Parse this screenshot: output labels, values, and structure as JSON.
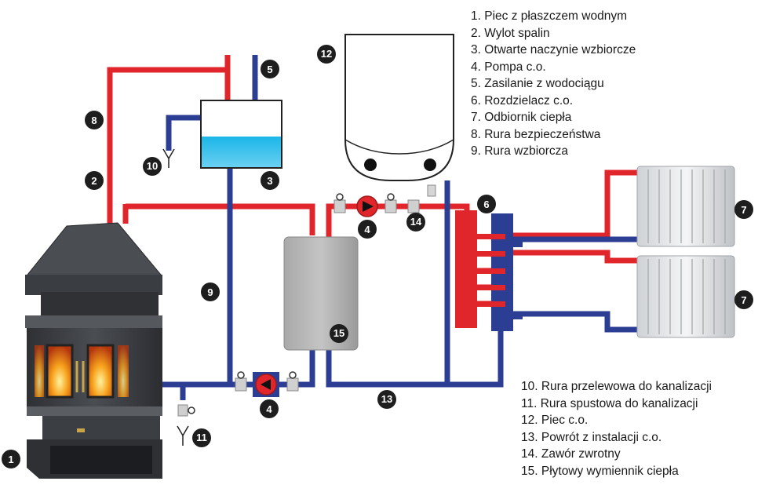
{
  "legend_top": [
    "1. Piec z płaszczem wodnym",
    "2. Wylot spalin",
    "3. Otwarte naczynie wzbiorcze",
    "4. Pompa c.o.",
    "5. Zasilanie z wodociągu",
    "6. Rozdzielacz c.o.",
    "7. Odbiornik ciepła",
    "8. Rura bezpieczeństwa",
    "9. Rura wzbiorcza"
  ],
  "legend_bottom": [
    "10. Rura przelewowa do kanalizacji",
    "11. Rura spustowa do kanalizacji",
    "12. Piec c.o.",
    "13. Powrót z instalacji c.o.",
    "14. Zawór zwrotny",
    "15. Płytowy wymiennik ciepła"
  ],
  "badges": {
    "n1": "1",
    "n2": "2",
    "n3": "3",
    "n4a": "4",
    "n4b": "4",
    "n5": "5",
    "n6": "6",
    "n7a": "7",
    "n7b": "7",
    "n8": "8",
    "n9": "9",
    "n10": "10",
    "n11": "11",
    "n12": "12",
    "n13": "13",
    "n14": "14",
    "n15": "15"
  },
  "colors": {
    "supply_pipe": "#e0262b",
    "return_pipe": "#2c3e94",
    "stove_body": "#3c3f44",
    "badge": "#1e1e1e",
    "fire": "#f07a1a"
  }
}
